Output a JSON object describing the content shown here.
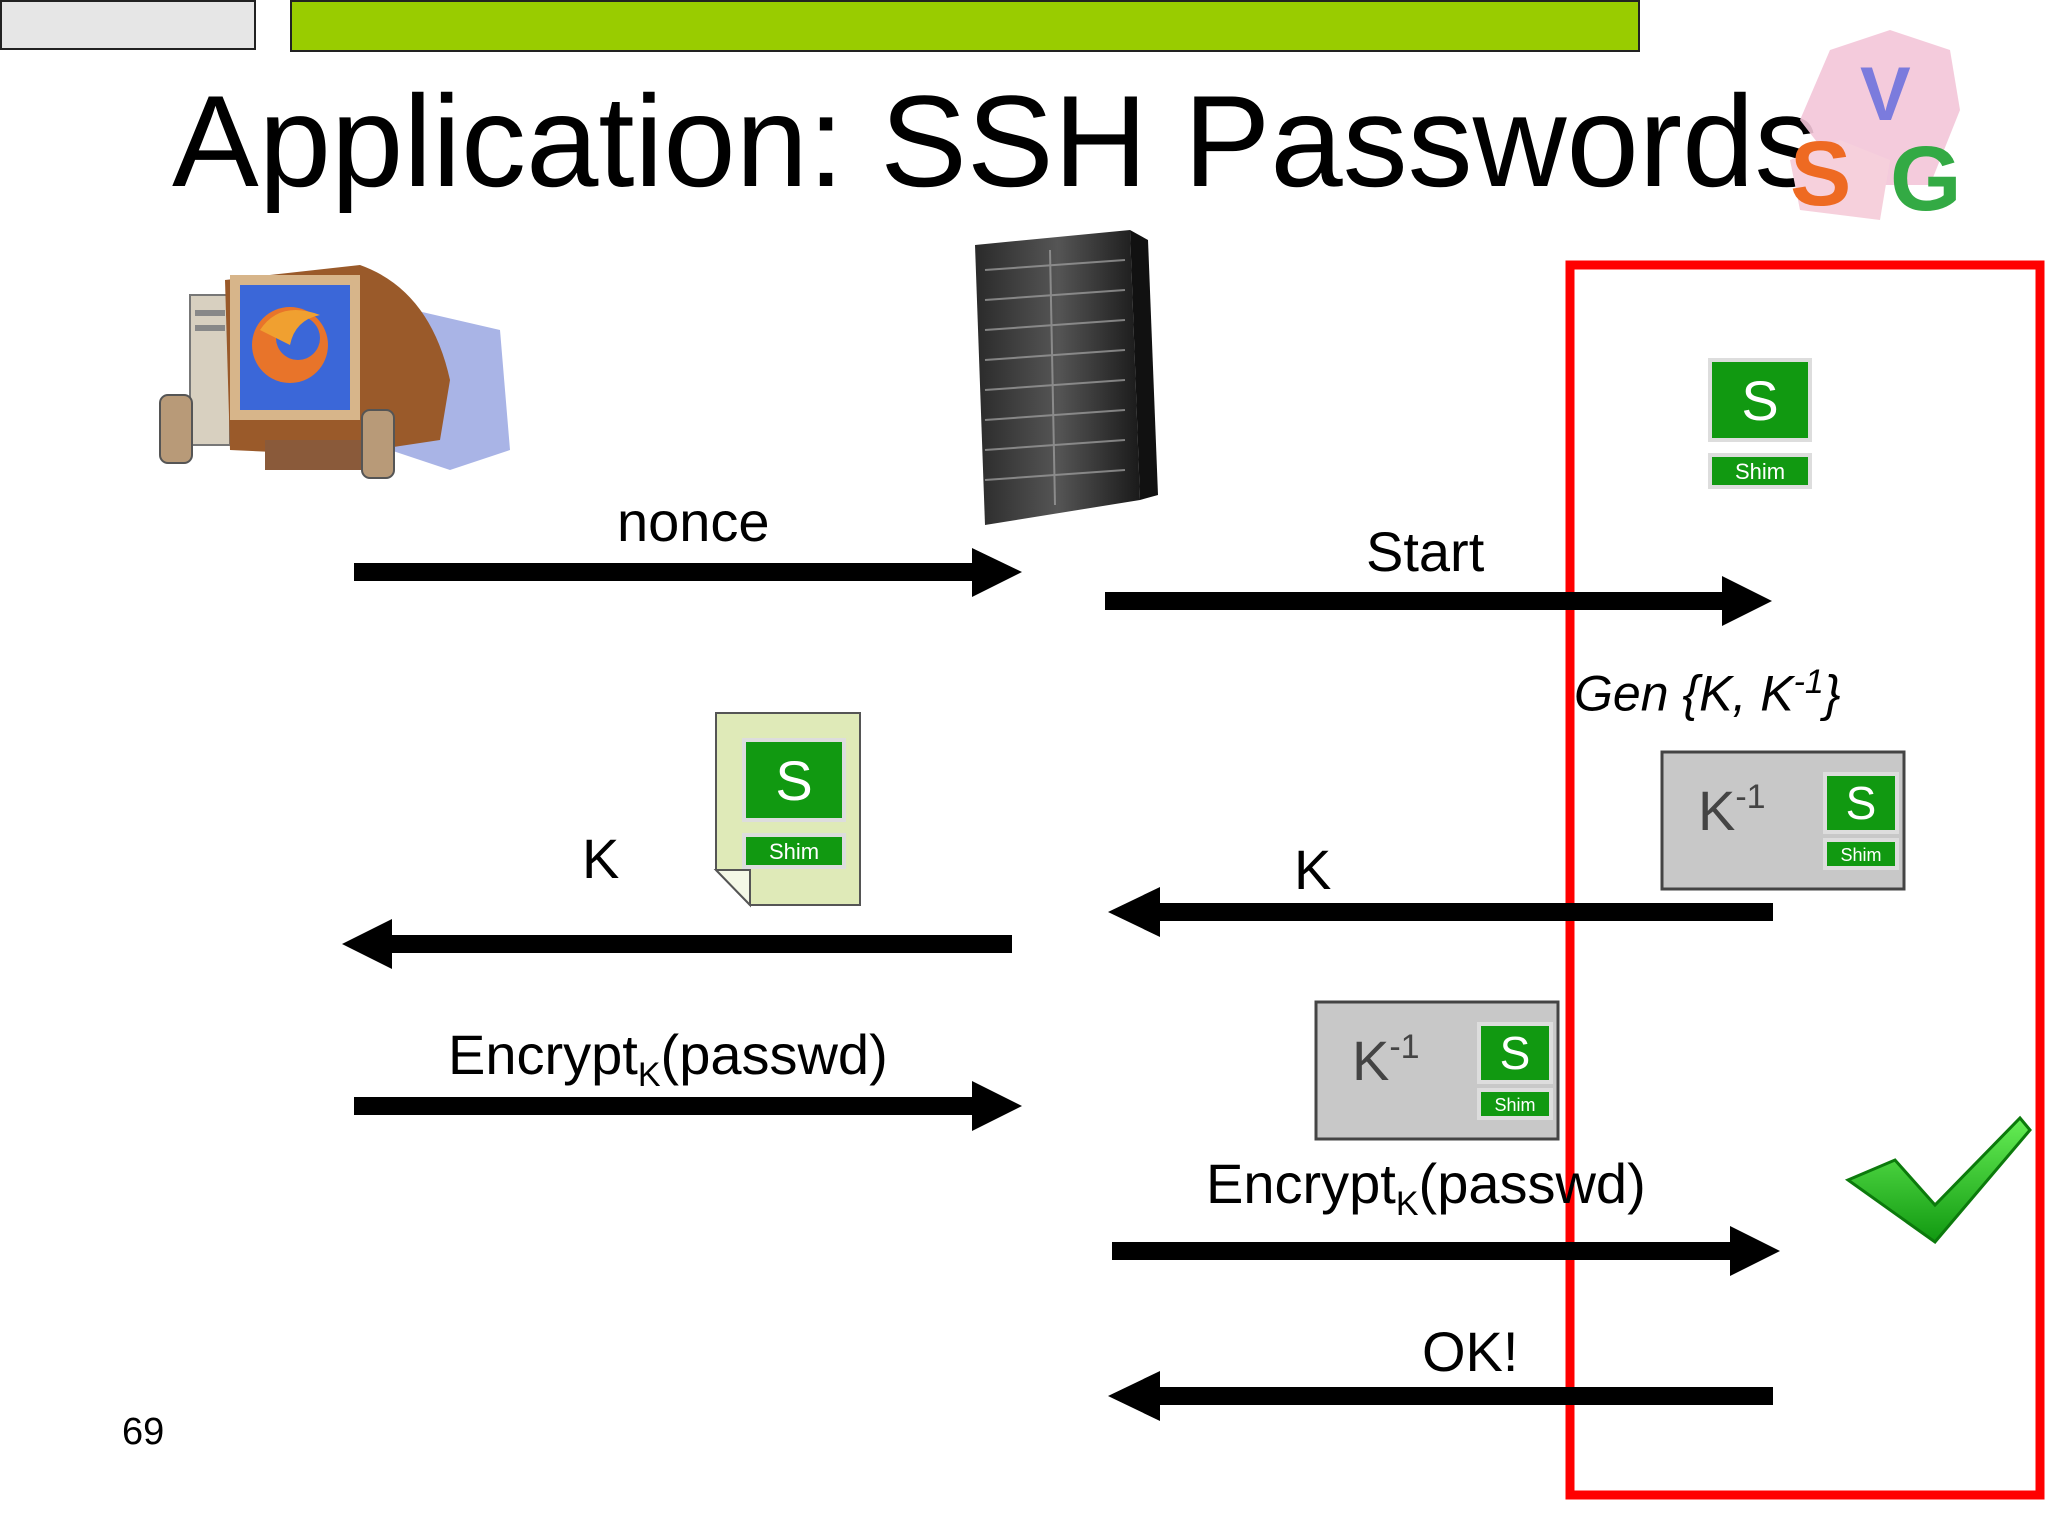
{
  "slide": {
    "title": "Application: SSH Passwords",
    "page_number": "69",
    "logo_alt": "VSG",
    "colors": {
      "header_left": "#e6e6e6",
      "header_right": "#99cc00",
      "highlight_box": "#ff0000",
      "shim_green": "#119911",
      "check_green": "#22bb22"
    }
  },
  "labels": {
    "nonce": "nonce",
    "start": "Start",
    "gen_prefix": "Gen {K, K",
    "gen_sup": "-1",
    "gen_suffix": "}",
    "k_left": "K",
    "k_right": "K",
    "encrypt_left_main": "Encrypt",
    "encrypt_left_sub": "K",
    "encrypt_left_tail": "(passwd)",
    "encrypt_right_main": "Encrypt",
    "encrypt_right_sub": "K",
    "encrypt_right_tail": "(passwd)",
    "ok": "OK!"
  },
  "shim": {
    "s_letter": "S",
    "shim_label": "Shim"
  },
  "keybox": {
    "k": "K",
    "k_sup": "-1"
  },
  "icons": [
    "computer-firefox-icon",
    "server-rack-icon",
    "vsg-logo-icon",
    "document-icon",
    "checkmark-icon"
  ]
}
